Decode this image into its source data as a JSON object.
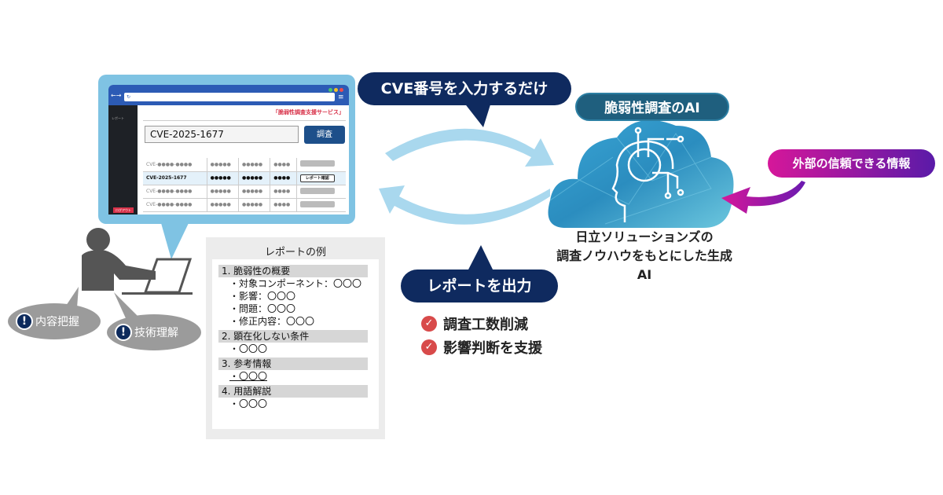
{
  "browser": {
    "address_icon": "reload-icon",
    "service_title": "「脆弱性調査支援サービス」",
    "sidebar_item": "レポート",
    "logout_label": "ログアウト",
    "search_value": "CVE-2025-1677",
    "search_button": "調査",
    "rows": [
      {
        "id": "CVE-●●●●-●●●●",
        "c1": "●●●●●",
        "c2": "●●●●●",
        "c3": "●●●●",
        "action": ""
      },
      {
        "id": "CVE-2025-1677",
        "c1": "●●●●●",
        "c2": "●●●●●",
        "c3": "●●●●",
        "action": "レポート確認"
      },
      {
        "id": "CVE-●●●●-●●●●",
        "c1": "●●●●●",
        "c2": "●●●●●",
        "c3": "●●●●",
        "action": ""
      },
      {
        "id": "CVE-●●●●-●●●●",
        "c1": "●●●●●",
        "c2": "●●●●●",
        "c3": "●●●●",
        "action": ""
      }
    ]
  },
  "user": {
    "bubbles": [
      "内容把握",
      "技術理解"
    ]
  },
  "report": {
    "title": "レポートの例",
    "sections": [
      {
        "heading": "1. 脆弱性の概要",
        "items": [
          "・対象コンポーネント：〇〇〇",
          "・影響：〇〇〇",
          "・問題：〇〇〇",
          "・修正内容：〇〇〇"
        ]
      },
      {
        "heading": "2. 顕在化しない条件",
        "items": [
          "・〇〇〇"
        ]
      },
      {
        "heading": "3. 参考情報",
        "items": [
          "・〇〇〇"
        ]
      },
      {
        "heading": "4. 用語解説",
        "items": [
          "・〇〇〇"
        ]
      }
    ]
  },
  "callouts": {
    "input": "CVE番号を入力するだけ",
    "output": "レポートを出力",
    "ai_label": "脆弱性調査のAI",
    "external": "外部の信頼できる情報",
    "caption_line1": "日立ソリューションズの",
    "caption_line2": "調査ノウハウをもとにした生成AI"
  },
  "benefits": [
    "調査工数削減",
    "影響判断を支援"
  ],
  "colors": {
    "navy": "#0f2a5f",
    "ai_pill": "#1f5f7e",
    "frame": "#7fc3e3",
    "check": "#d84a4a",
    "external_from": "#d6179a",
    "external_to": "#5a1aa8"
  }
}
